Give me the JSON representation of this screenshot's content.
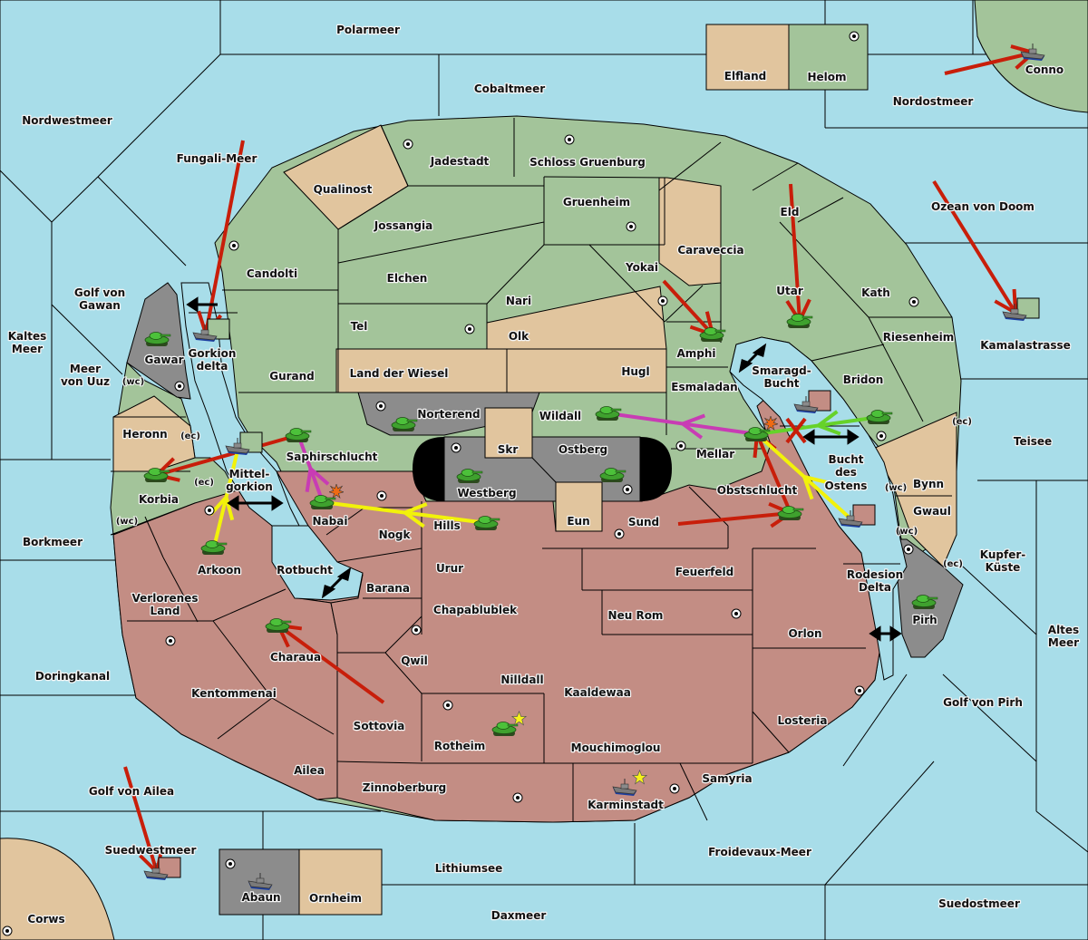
{
  "game": {
    "title": "Diplomacy map"
  },
  "colors": {
    "sea": "#a8dde9",
    "green": "#a3c49a",
    "tan": "#e1c59e",
    "red": "#c38d84",
    "gray": "#8c8c8c",
    "move": "#c81e0a",
    "support_yellow": "#f2f20a",
    "support_magenta": "#c83cb4",
    "convoy_green": "#66d22a"
  },
  "regions": [
    {
      "name": "Polarmeer",
      "type": "sea"
    },
    {
      "name": "Cobaltmeer",
      "type": "sea"
    },
    {
      "name": "Nordwestmeer",
      "type": "sea"
    },
    {
      "name": "Fungali-Meer",
      "type": "sea"
    },
    {
      "name": "Nordostmeer",
      "type": "sea"
    },
    {
      "name": "Ozean von Doom",
      "type": "sea"
    },
    {
      "name": "Kamalastrasse",
      "type": "sea"
    },
    {
      "name": "Teisee",
      "type": "sea"
    },
    {
      "name": "Kupfer-Küste",
      "type": "sea"
    },
    {
      "name": "Altes Meer",
      "type": "sea"
    },
    {
      "name": "Golf von Pirh",
      "type": "sea"
    },
    {
      "name": "Suedostmeer",
      "type": "sea"
    },
    {
      "name": "Froidevaux-Meer",
      "type": "sea"
    },
    {
      "name": "Daxmeer",
      "type": "sea"
    },
    {
      "name": "Lithiumsee",
      "type": "sea"
    },
    {
      "name": "Suedwestmeer",
      "type": "sea"
    },
    {
      "name": "Golf von Ailea",
      "type": "sea"
    },
    {
      "name": "Doringkanal",
      "type": "sea"
    },
    {
      "name": "Borkmeer",
      "type": "sea"
    },
    {
      "name": "Kaltes Meer",
      "type": "sea"
    },
    {
      "name": "Meer von Uuz",
      "type": "sea"
    },
    {
      "name": "Golf von Gawan",
      "type": "sea"
    },
    {
      "name": "Gorkion delta",
      "type": "sea"
    },
    {
      "name": "Mittel-gorkion",
      "type": "sea"
    },
    {
      "name": "Rotbucht",
      "type": "sea"
    },
    {
      "name": "Smaragd-Bucht",
      "type": "sea"
    },
    {
      "name": "Bucht des Ostens",
      "type": "sea"
    },
    {
      "name": "Rodesion Delta",
      "type": "sea"
    }
  ],
  "labels": {
    "polarmeer": "Polarmeer",
    "cobaltmeer": "Cobaltmeer",
    "nordwestmeer": "Nordwestmeer",
    "fungali": "Fungali-Meer",
    "nordostmeer": "Nordostmeer",
    "ozean": "Ozean von Doom",
    "kamala": "Kamalastrasse",
    "teisee": "Teisee",
    "kupfer1": "Kupfer-",
    "kupfer2": "Küste",
    "altes1": "Altes",
    "altes2": "Meer",
    "golfpirh": "Golf von Pirh",
    "suedost": "Suedostmeer",
    "froidevaux": "Froidevaux-Meer",
    "daxmeer": "Daxmeer",
    "lithium": "Lithiumsee",
    "suedwest": "Suedwestmeer",
    "golfailea": "Golf von Ailea",
    "doring": "Doringkanal",
    "borkmeer": "Borkmeer",
    "kaltes1": "Kaltes",
    "kaltes2": "Meer",
    "uuz1": "Meer",
    "uuz2": "von Uuz",
    "gawan1": "Golf von",
    "gawan2": "Gawan",
    "gorkion1": "Gorkion",
    "gorkion2": "delta",
    "mittel1": "Mittel-",
    "mittel2": "gorkion",
    "rotbucht": "Rotbucht",
    "smaragd1": "Smaragd-",
    "smaragd2": "Bucht",
    "bucht1": "Bucht",
    "bucht2": "des",
    "bucht3": "Ostens",
    "rodesion1": "Rodesion",
    "rodesion2": "Delta",
    "elfland": "Elfland",
    "helom": "Helom",
    "conno": "Conno",
    "corws": "Corws",
    "abaun": "Abaun",
    "ornheim": "Ornheim",
    "jadestadt": "Jadestadt",
    "schloss": "Schloss Gruenburg",
    "qualinost": "Qualinost",
    "jossangia": "Jossangia",
    "gruenheim": "Gruenheim",
    "caraveccia": "Caraveccia",
    "eld": "Eld",
    "candolti": "Candolti",
    "elchen": "Elchen",
    "yokai": "Yokai",
    "utar": "Utar",
    "kath": "Kath",
    "nari": "Nari",
    "tel": "Tel",
    "olk": "Olk",
    "amphi": "Amphi",
    "riesenheim": "Riesenheim",
    "gurand": "Gurand",
    "wiesel": "Land der Wiesel",
    "hugl": "Hugl",
    "esmaladan": "Esmaladan",
    "bridon": "Bridon",
    "gawar": "Gawar",
    "heronn": "Heronn",
    "norterend": "Norterend",
    "wildall": "Wildall",
    "skr": "Skr",
    "ostberg": "Ostberg",
    "mellar": "Mellar",
    "saphir": "Saphirschlucht",
    "westberg": "Westberg",
    "korbia": "Korbia",
    "nabai": "Nabai",
    "hills": "Hills",
    "eun": "Eun",
    "sund": "Sund",
    "obst": "Obstschlucht",
    "bynn": "Bynn",
    "gwaul": "Gwaul",
    "nogk": "Nogk",
    "arkoon": "Arkoon",
    "urur": "Urur",
    "feuerfeld": "Feuerfeld",
    "verlorenes1": "Verlorenes",
    "verlorenes2": "Land",
    "barana": "Barana",
    "chapa": "Chapablublek",
    "neurom": "Neu Rom",
    "orlon": "Orlon",
    "pirh": "Pirh",
    "charaua": "Charaua",
    "qwil": "Qwil",
    "nilldall": "Nilldall",
    "kentommenai": "Kentommenai",
    "kaaldewaa": "Kaaldewaa",
    "losteria": "Losteria",
    "sottovia": "Sottovia",
    "rotheim": "Rotheim",
    "mouchi": "Mouchimoglou",
    "ailea": "Ailea",
    "samyria": "Samyria",
    "zinnoberburg": "Zinnoberburg",
    "karminstadt": "Karminstadt",
    "wc": "(wc)",
    "ec": "(ec)"
  },
  "units": [
    {
      "type": "army",
      "location": "Gawar",
      "owner": "green"
    },
    {
      "type": "fleet",
      "location": "Gorkion delta",
      "owner": "green"
    },
    {
      "type": "fleet",
      "location": "Mittel-gorkion",
      "owner": "green"
    },
    {
      "type": "army",
      "location": "Saphirschlucht",
      "owner": "green"
    },
    {
      "type": "army",
      "location": "Korbia",
      "owner": "green"
    },
    {
      "type": "army",
      "location": "Nabai",
      "owner": "green",
      "dislodged": true
    },
    {
      "type": "army",
      "location": "Arkoon",
      "owner": "green"
    },
    {
      "type": "army",
      "location": "Charaua",
      "owner": "green"
    },
    {
      "type": "army",
      "location": "Norterend",
      "owner": "gray"
    },
    {
      "type": "army",
      "location": "Westberg",
      "owner": "gray"
    },
    {
      "type": "army",
      "location": "Ostberg",
      "owner": "gray"
    },
    {
      "type": "army",
      "location": "Wildall",
      "owner": "green"
    },
    {
      "type": "army",
      "location": "Hills",
      "owner": "green"
    },
    {
      "type": "army",
      "location": "Amphi",
      "owner": "green"
    },
    {
      "type": "army",
      "location": "Utar",
      "owner": "green"
    },
    {
      "type": "army",
      "location": "Mellar",
      "owner": "green",
      "dislodged": true
    },
    {
      "type": "fleet",
      "location": "Smaragd-Bucht",
      "owner": "red"
    },
    {
      "type": "army",
      "location": "Bridon",
      "owner": "green"
    },
    {
      "type": "army",
      "location": "Obstschlucht",
      "owner": "green"
    },
    {
      "type": "fleet",
      "location": "Bucht des Ostens",
      "owner": "red"
    },
    {
      "type": "army",
      "location": "Pirh",
      "owner": "green"
    },
    {
      "type": "army",
      "location": "Rotheim",
      "owner": "green",
      "built": true
    },
    {
      "type": "fleet",
      "location": "Karminstadt",
      "owner": "gray",
      "built": true
    },
    {
      "type": "fleet",
      "location": "Conno",
      "owner": "gray"
    },
    {
      "type": "fleet",
      "location": "Kamalastrasse",
      "owner": "green"
    },
    {
      "type": "fleet",
      "location": "Suedwestmeer",
      "owner": "red"
    },
    {
      "type": "fleet",
      "location": "Abaun",
      "owner": "gray"
    }
  ],
  "orders": [
    {
      "kind": "move",
      "from": "Fungali-Meer",
      "to": "Gorkion delta"
    },
    {
      "kind": "move",
      "from": "Saphirschlucht",
      "to": "Korbia"
    },
    {
      "kind": "move",
      "from": "Sottovia",
      "to": "Charaua"
    },
    {
      "kind": "move",
      "from": "Yokai",
      "to": "Amphi"
    },
    {
      "kind": "move",
      "from": "Eld",
      "to": "Utar"
    },
    {
      "kind": "move",
      "from": "Ozean von Doom",
      "to": "Kamalastrasse"
    },
    {
      "kind": "move",
      "from": "Nordostmeer",
      "to": "Conno"
    },
    {
      "kind": "move",
      "from": "Golf von Ailea",
      "to": "Suedwestmeer"
    },
    {
      "kind": "move",
      "from": "Sund",
      "to": "Obstschlucht"
    },
    {
      "kind": "move",
      "from": "Obstschlucht",
      "to": "Mellar"
    },
    {
      "kind": "support",
      "color": "magenta",
      "from": "Nabai",
      "to": "Saphirschlucht"
    },
    {
      "kind": "support",
      "color": "magenta",
      "from": "Mellar",
      "to": "Wildall"
    },
    {
      "kind": "support",
      "color": "yellow",
      "from": "Hills",
      "to": "Nabai"
    },
    {
      "kind": "support",
      "color": "yellow",
      "from": "Arkoon",
      "to": "Mittel-gorkion"
    },
    {
      "kind": "support",
      "color": "yellow",
      "from": "Bucht des Ostens",
      "to": "Mellar"
    },
    {
      "kind": "convoy",
      "color": "green",
      "from": "Bridon",
      "to": "Mellar"
    }
  ]
}
